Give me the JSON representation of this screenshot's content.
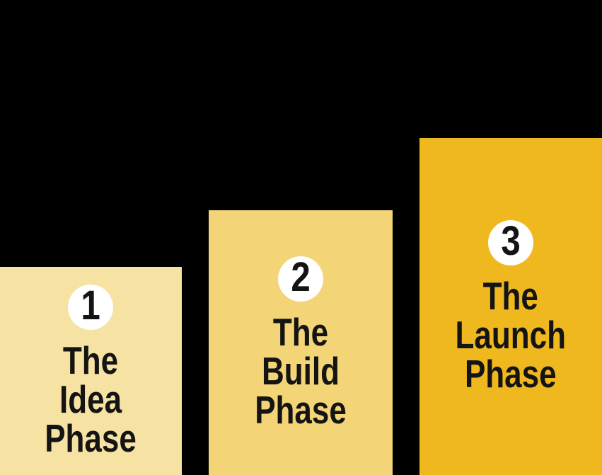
{
  "canvas": {
    "background_color": "#000000",
    "text_color": "#141414"
  },
  "badge": {
    "background_color": "#FFFFFF",
    "number_color": "#141414"
  },
  "phases": [
    {
      "number": "1",
      "title": "The\nIdea\nPhase",
      "color": "#F6E2A3"
    },
    {
      "number": "2",
      "title": "The\nBuild\nPhase",
      "color": "#F3D476"
    },
    {
      "number": "3",
      "title": "The\nLaunch\nPhase",
      "color": "#EEB81E"
    }
  ]
}
